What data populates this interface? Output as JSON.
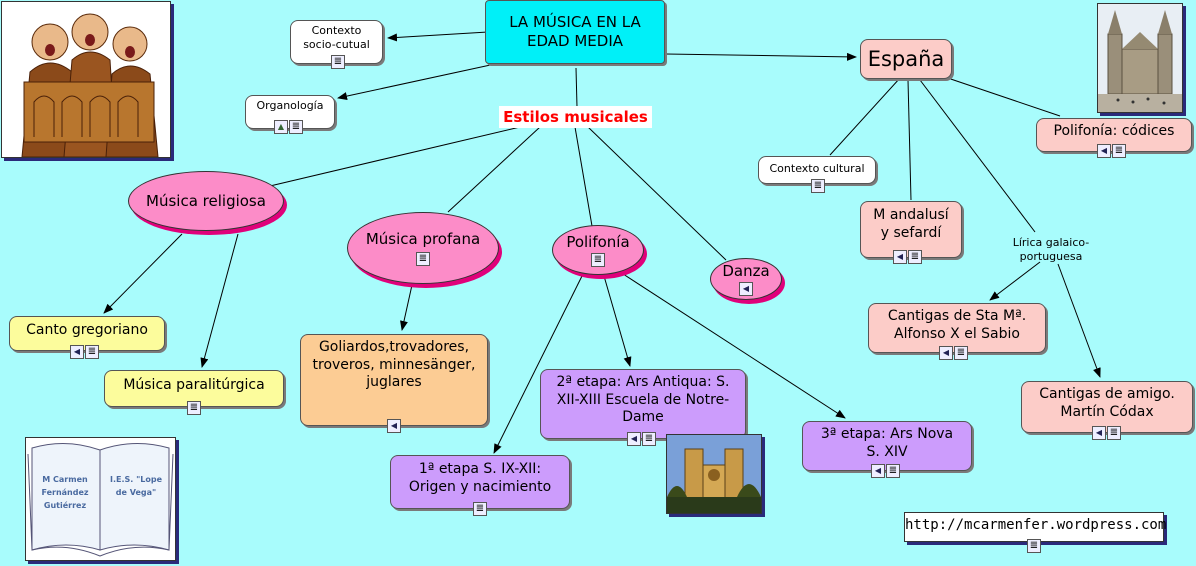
{
  "title": "LA MÚSICA EN LA EDAD MEDIA",
  "nodes": {
    "contexto_socio": "Contexto socio-cutual",
    "organologia": "Organología",
    "estilos": "Estilos musicales",
    "espana": "España",
    "religiosa": "Música religiosa",
    "profana": "Música profana",
    "polifonia": "Polifonía",
    "danza": "Danza",
    "canto": "Canto gregoriano",
    "paraliturgica": "Música paralitúrgica",
    "goliardos": "Goliardos,trovadores, troveros, minnesänger, juglares",
    "etapa1": "1ª etapa S. IX-XII: Origen y nacimiento",
    "etapa2": "2ª etapa: Ars Antiqua: S. XII-XIII Escuela de Notre-Dame",
    "etapa3": "3ª etapa: Ars Nova S. XIV",
    "contexto_cultural": "Contexto cultural",
    "andalusi": "M andalusí y sefardí",
    "lirica": "Lírica galaico-portuguesa",
    "cantigas_sta": "Cantigas de Sta Mª. Alfonso X el Sabio",
    "cantigas_amigo": "Cantigas de amigo. Martín Códax",
    "polifonia_codices": "Polifonía: códices",
    "url": "http://mcarmenfer.wordpress.com"
  },
  "book": {
    "left": "M Carmen Fernández Gutiérrez",
    "right": "I.E.S. \"Lope de Vega\""
  },
  "colors": {
    "background": "#a8fcfc",
    "title": "#00f0f8",
    "ellipse": "#fc8cc8",
    "estilos_text": "#ff0000"
  }
}
